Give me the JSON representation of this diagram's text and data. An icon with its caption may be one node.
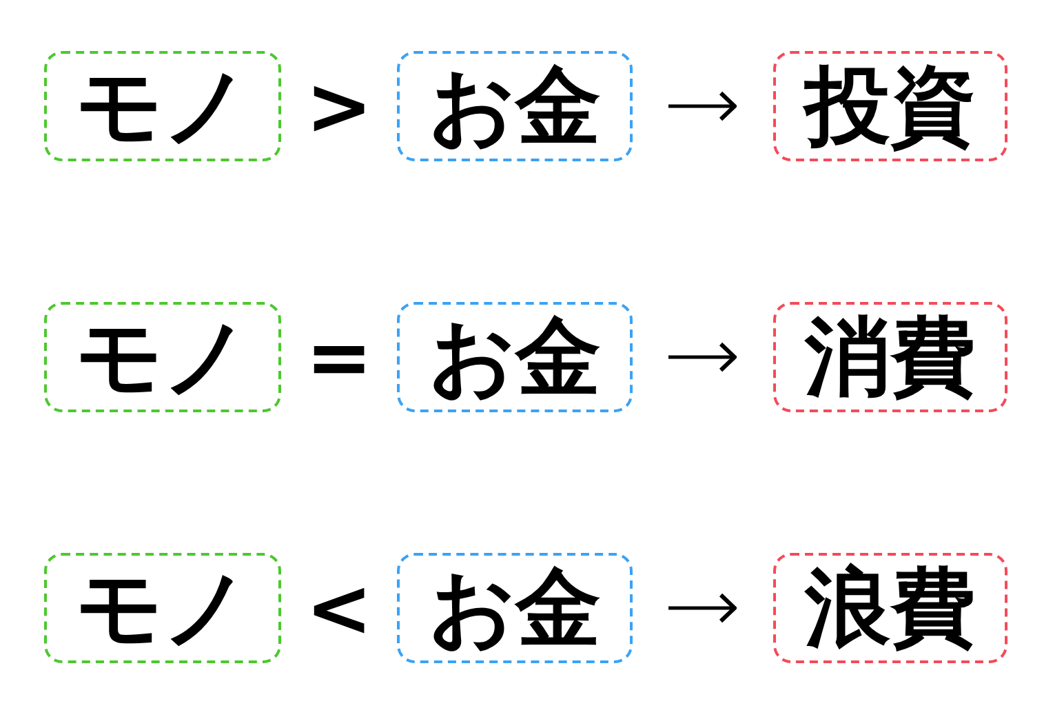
{
  "diagram": {
    "nodes": [
      {
        "text": [
          "モノ"
        ]
      },
      {
        "text": [
          "お金"
        ]
      },
      {
        "text": [
          "投資"
        ]
      },
      {
        "text": [
          "モノ"
        ]
      },
      {
        "text": [
          "お金"
        ]
      },
      {
        "text": [
          "消費"
        ]
      },
      {
        "text": [
          "モノ"
        ]
      },
      {
        "text": [
          "お金"
        ]
      },
      {
        "text": [
          "浪費"
        ]
      }
    ],
    "edges": [
      {
        "from": 1,
        "to": 2,
        "arrow": "to"
      },
      {
        "from": 4,
        "to": 5,
        "arrow": "to"
      },
      {
        "from": 7,
        "to": 8,
        "arrow": "to"
      }
    ],
    "labels": [
      ">",
      "=",
      "<"
    ]
  }
}
